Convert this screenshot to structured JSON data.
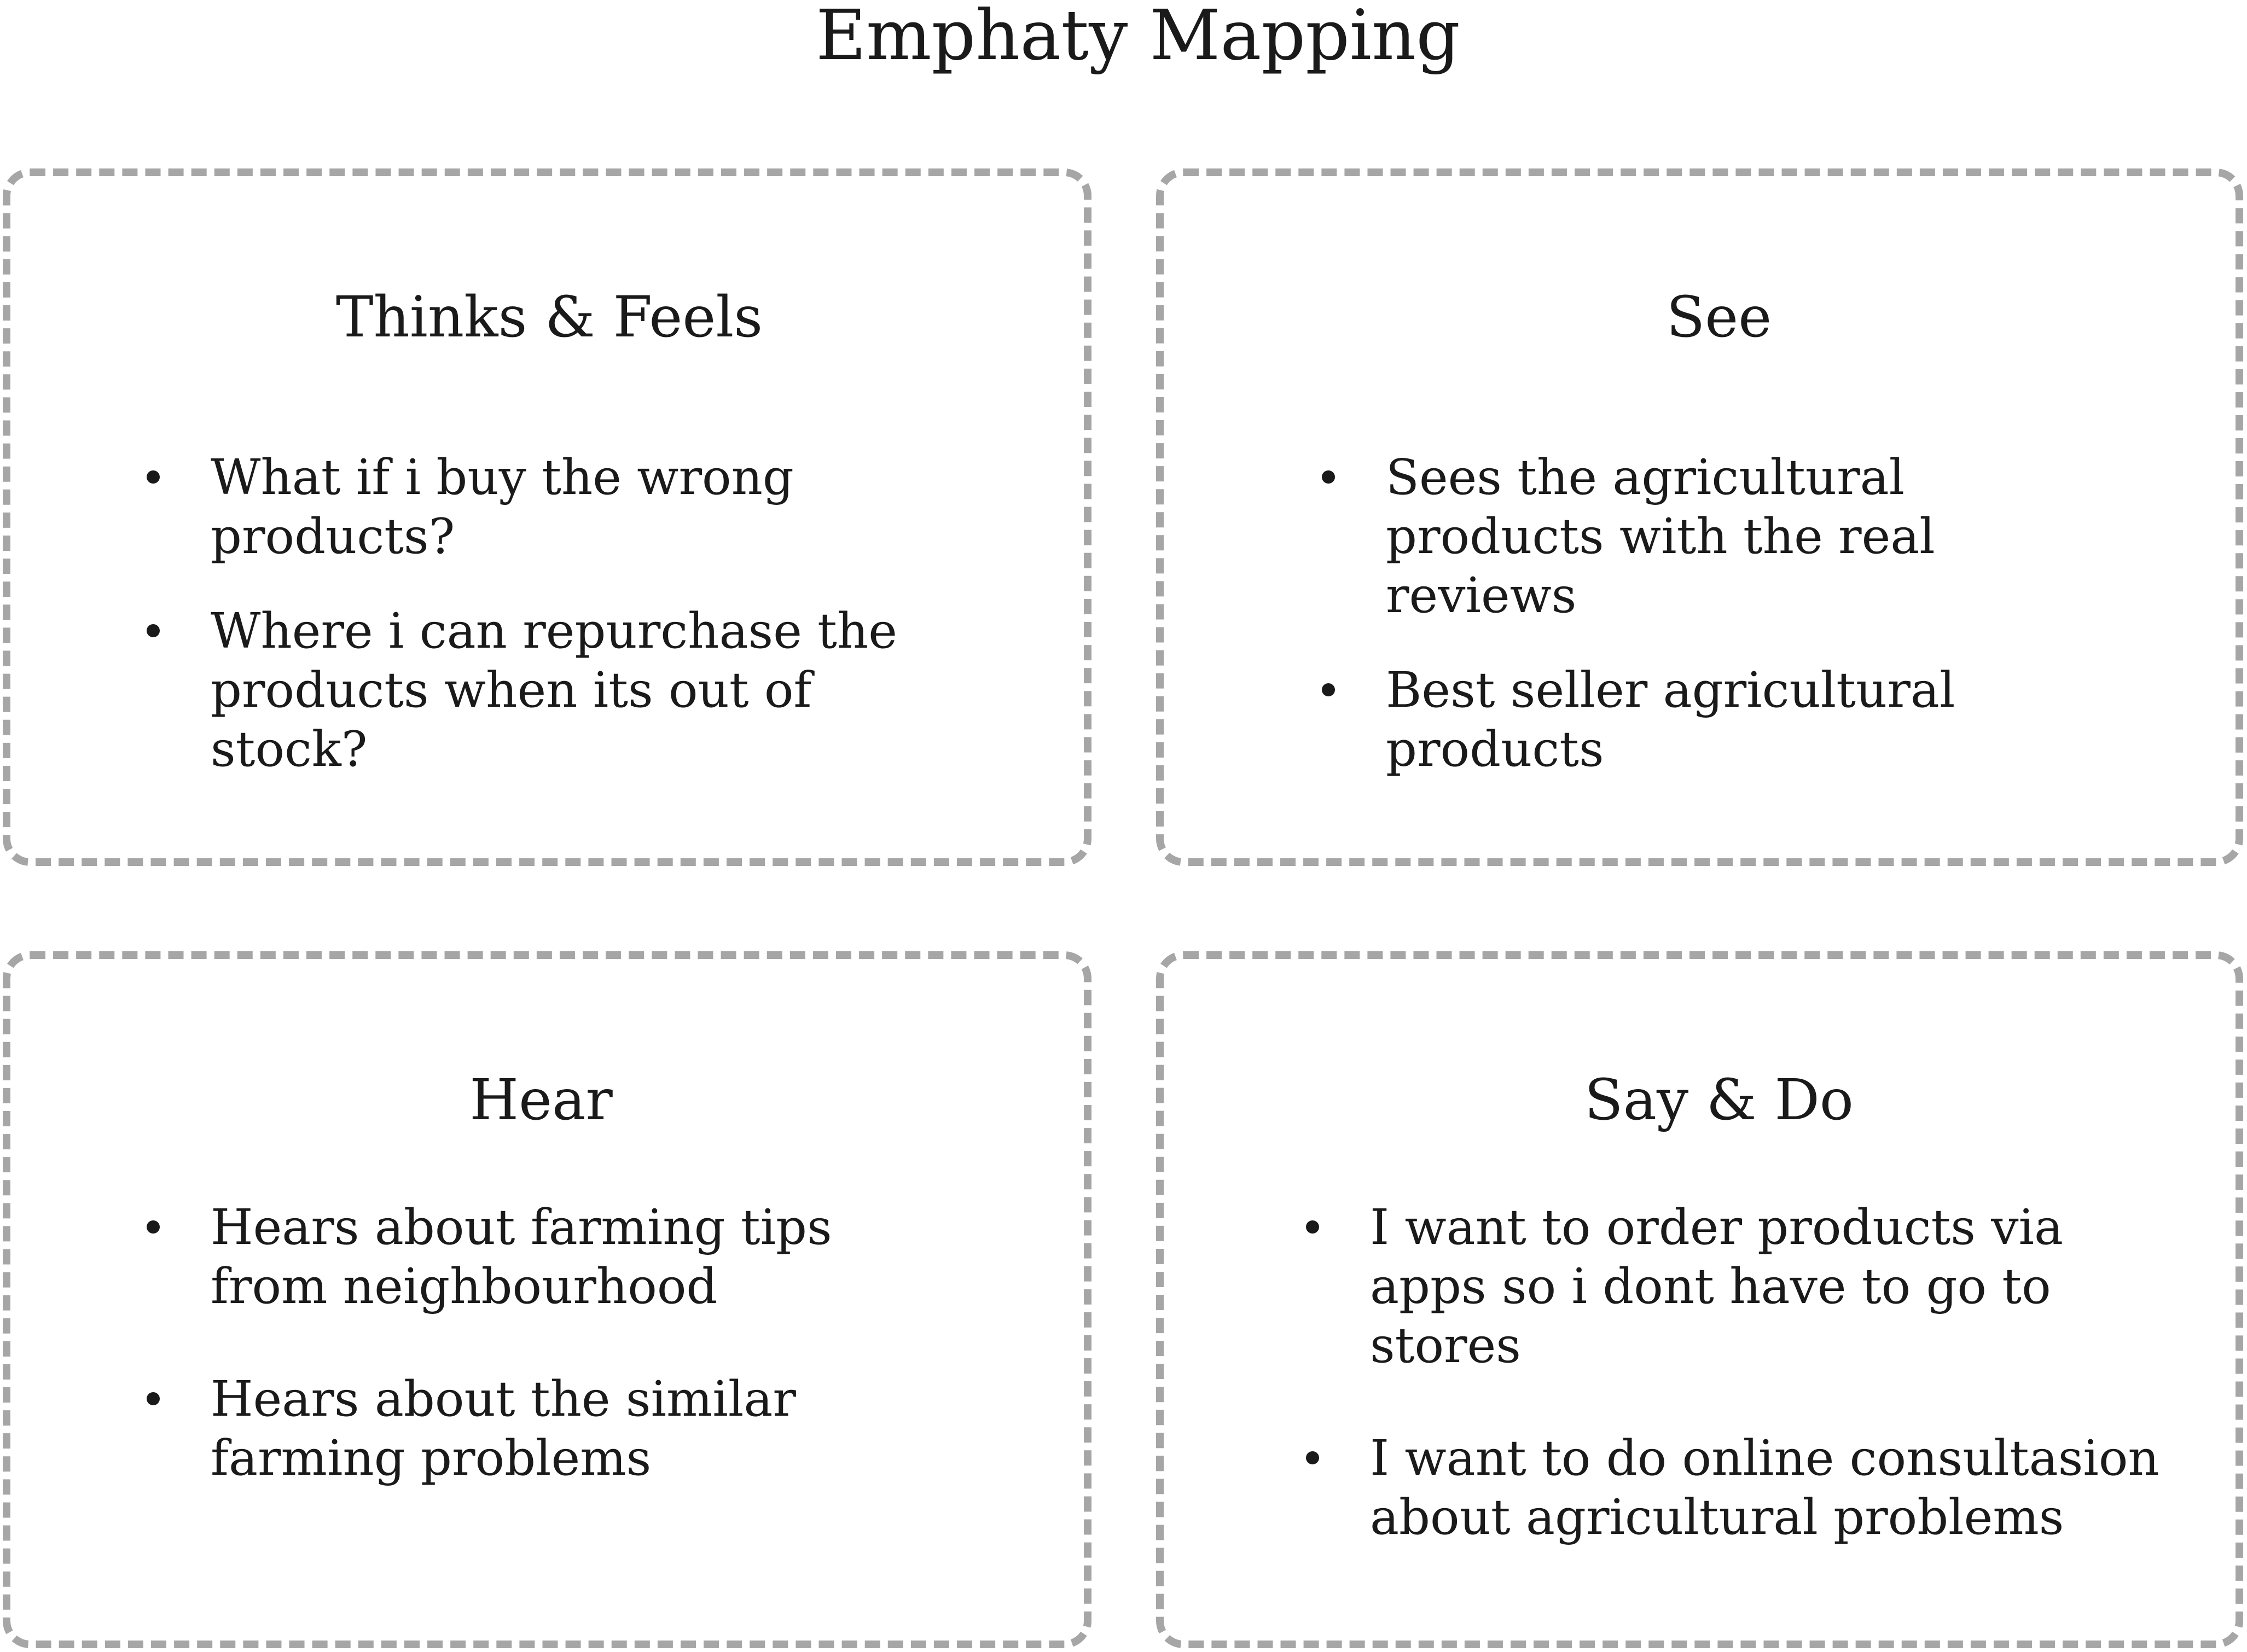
{
  "title": "Emphaty Mapping",
  "quadrants": [
    {
      "title": "Thinks & Feels",
      "items": [
        "What if i buy the wrong products?",
        "Where i can repurchase the products when its out of stock?"
      ]
    },
    {
      "title": "See",
      "items": [
        "Sees the agricultural products with the real reviews",
        "Best seller agricultural products"
      ]
    },
    {
      "title": "Hear",
      "items": [
        "Hears about farming tips from neighbourhood",
        "Hears about the similar farming problems"
      ]
    },
    {
      "title": "Say & Do",
      "items": [
        "I want to order products via apps so i dont have to go to stores",
        "I want to do online consultasion about agricultural problems"
      ]
    }
  ]
}
